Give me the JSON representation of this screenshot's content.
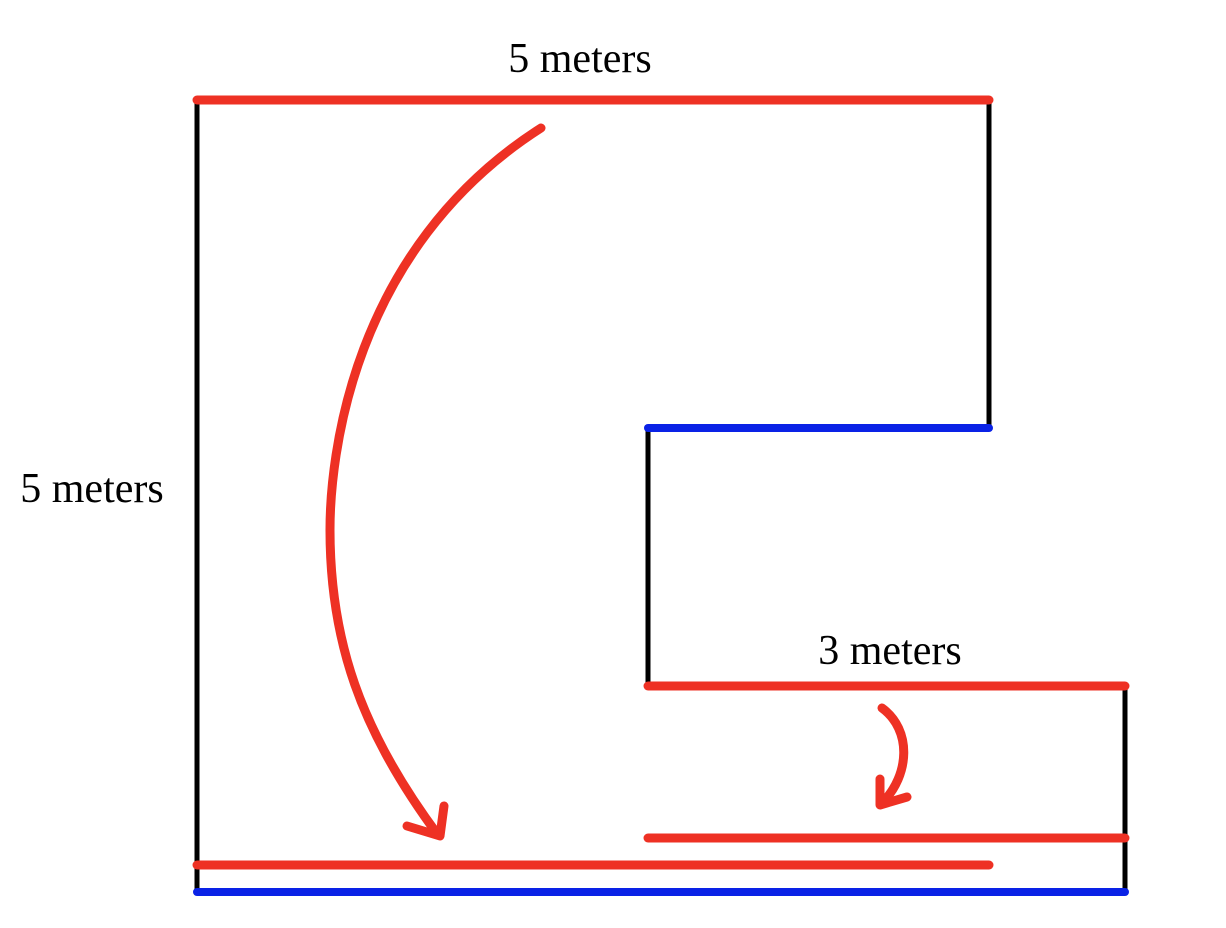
{
  "labels": {
    "top_width": "5 meters",
    "left_height": "5 meters",
    "step_width": "3 meters"
  },
  "colors": {
    "outline": "#000000",
    "highlight_red": "#ee3124",
    "highlight_blue": "#0a22e6"
  }
}
